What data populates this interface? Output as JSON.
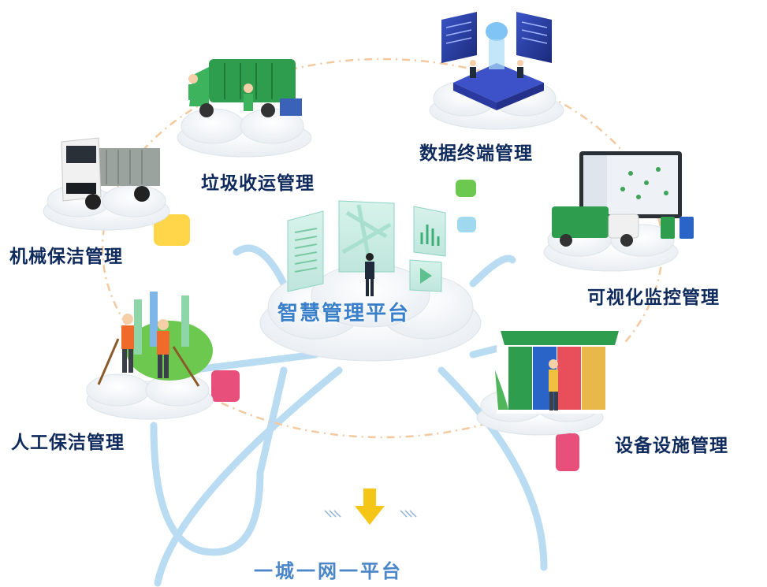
{
  "center": {
    "title": "智慧管理平台"
  },
  "bottom": {
    "title": "一城一网一平台"
  },
  "nodes": [
    {
      "id": "garbage-transport",
      "label": "垃圾收运管理"
    },
    {
      "id": "data-terminal",
      "label": "数据终端管理"
    },
    {
      "id": "mechanical-cleaning",
      "label": "机械保洁管理"
    },
    {
      "id": "visual-monitoring",
      "label": "可视化监控管理"
    },
    {
      "id": "manual-cleaning",
      "label": "人工保洁管理"
    },
    {
      "id": "equipment-facility",
      "label": "设备设施管理"
    }
  ],
  "colors": {
    "accent": "#3a7fc9",
    "label": "#0f2a5c",
    "arrow": "#f5c518",
    "green": "#2e9e4e",
    "pink": "#e84f7a",
    "orbit": "#f3c9a0",
    "line": "#b9dcf3"
  }
}
